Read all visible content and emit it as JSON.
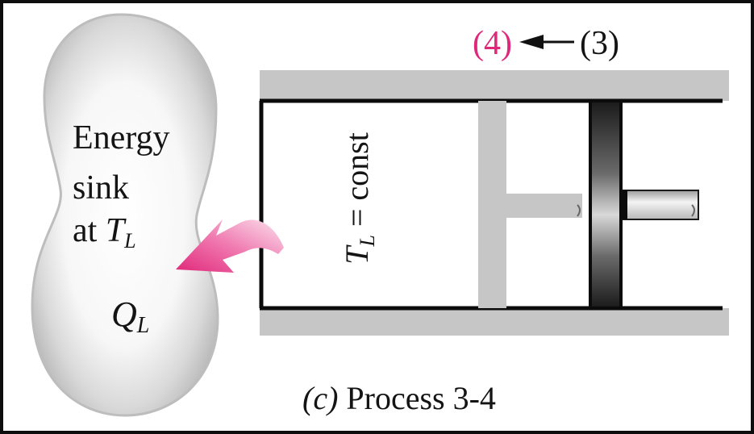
{
  "state_labels": {
    "to_state": "(4)",
    "from_state": "(3)"
  },
  "sink": {
    "line1": "Energy",
    "line2": "sink",
    "line3_prefix": "at ",
    "line3_symbol": "T",
    "line3_subscript": "L"
  },
  "heat": {
    "symbol": "Q",
    "subscript": "L"
  },
  "cylinder": {
    "temp_symbol": "T",
    "temp_subscript": "L",
    "temp_rest": " = const"
  },
  "caption": {
    "part": "(c)",
    "text": " Process 3-4"
  },
  "colors": {
    "state_4": "#e0287a",
    "arrow": "#e83a8c",
    "sink_fill": "#c8c8c8",
    "wall": "#c6c6c6"
  },
  "icons": {
    "heat_flow": "curved-arrow-icon",
    "process_direction": "left-arrow-icon"
  }
}
